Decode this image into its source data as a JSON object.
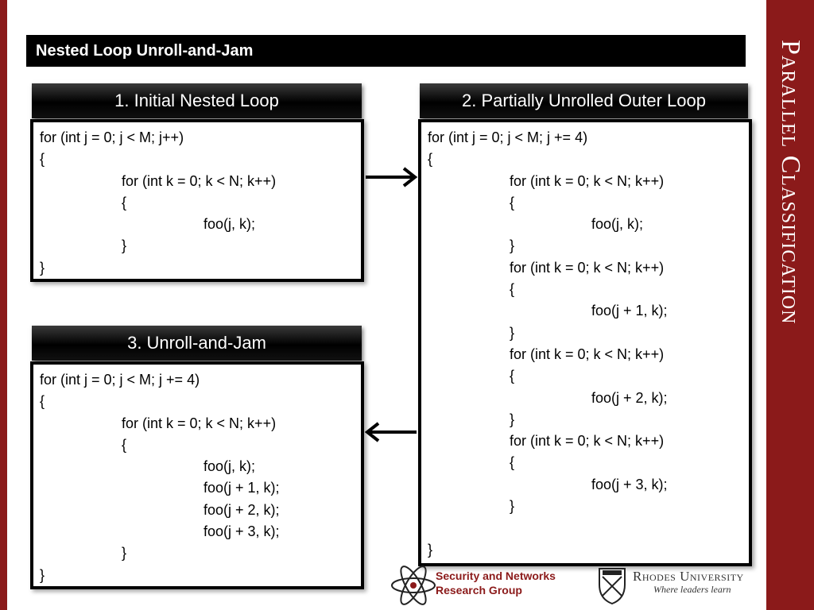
{
  "slide": {
    "title": "Nested Loop Unroll-and-Jam",
    "section_title": "Parallel Classification"
  },
  "box1": {
    "header": "1. Initial Nested Loop",
    "lines": [
      {
        "indent": 0,
        "text": "for (int j = 0; j < M; j++)"
      },
      {
        "indent": 0,
        "text": "{"
      },
      {
        "indent": 1,
        "text": "for (int k = 0; k < N; k++)"
      },
      {
        "indent": 1,
        "text": "{"
      },
      {
        "indent": 2,
        "text": "foo(j, k);"
      },
      {
        "indent": 1,
        "text": "}"
      },
      {
        "indent": 0,
        "text": "}"
      }
    ]
  },
  "box2": {
    "header": "2. Partially Unrolled Outer Loop",
    "lines": [
      {
        "indent": 0,
        "text": "for (int j = 0; j < M; j += 4)"
      },
      {
        "indent": 0,
        "text": "{"
      },
      {
        "indent": 1,
        "text": "for (int k = 0; k < N; k++)"
      },
      {
        "indent": 1,
        "text": "{"
      },
      {
        "indent": 2,
        "text": "foo(j, k);"
      },
      {
        "indent": 1,
        "text": "}"
      },
      {
        "indent": 1,
        "text": "for (int k = 0; k < N; k++)"
      },
      {
        "indent": 1,
        "text": "{"
      },
      {
        "indent": 2,
        "text": "foo(j + 1, k);"
      },
      {
        "indent": 1,
        "text": "}"
      },
      {
        "indent": 1,
        "text": "for (int k = 0; k < N; k++)"
      },
      {
        "indent": 1,
        "text": "{"
      },
      {
        "indent": 2,
        "text": "foo(j + 2, k);"
      },
      {
        "indent": 1,
        "text": "}"
      },
      {
        "indent": 1,
        "text": "for (int k = 0; k < N; k++)"
      },
      {
        "indent": 1,
        "text": "{"
      },
      {
        "indent": 2,
        "text": "foo(j + 3, k);"
      },
      {
        "indent": 1,
        "text": "}"
      },
      {
        "indent": 0,
        "text": ""
      },
      {
        "indent": 0,
        "text": "}"
      }
    ]
  },
  "box3": {
    "header": "3. Unroll-and-Jam",
    "lines": [
      {
        "indent": 0,
        "text": "for (int j = 0; j < M; j += 4)"
      },
      {
        "indent": 0,
        "text": "{"
      },
      {
        "indent": 1,
        "text": "for (int k = 0; k < N; k++)"
      },
      {
        "indent": 1,
        "text": "{"
      },
      {
        "indent": 2,
        "text": "foo(j, k);"
      },
      {
        "indent": 2,
        "text": "foo(j + 1, k);"
      },
      {
        "indent": 2,
        "text": "foo(j + 2, k);"
      },
      {
        "indent": 2,
        "text": "foo(j + 3, k);"
      },
      {
        "indent": 1,
        "text": "}"
      },
      {
        "indent": 0,
        "text": "}"
      }
    ]
  },
  "footer": {
    "snrg_line1": "Security and Networks",
    "snrg_line2": "Research Group",
    "university_name": "Rhodes University",
    "university_tagline": "Where leaders learn"
  },
  "colors": {
    "accent": "#8b1a1a",
    "header_bg": "#000000"
  }
}
